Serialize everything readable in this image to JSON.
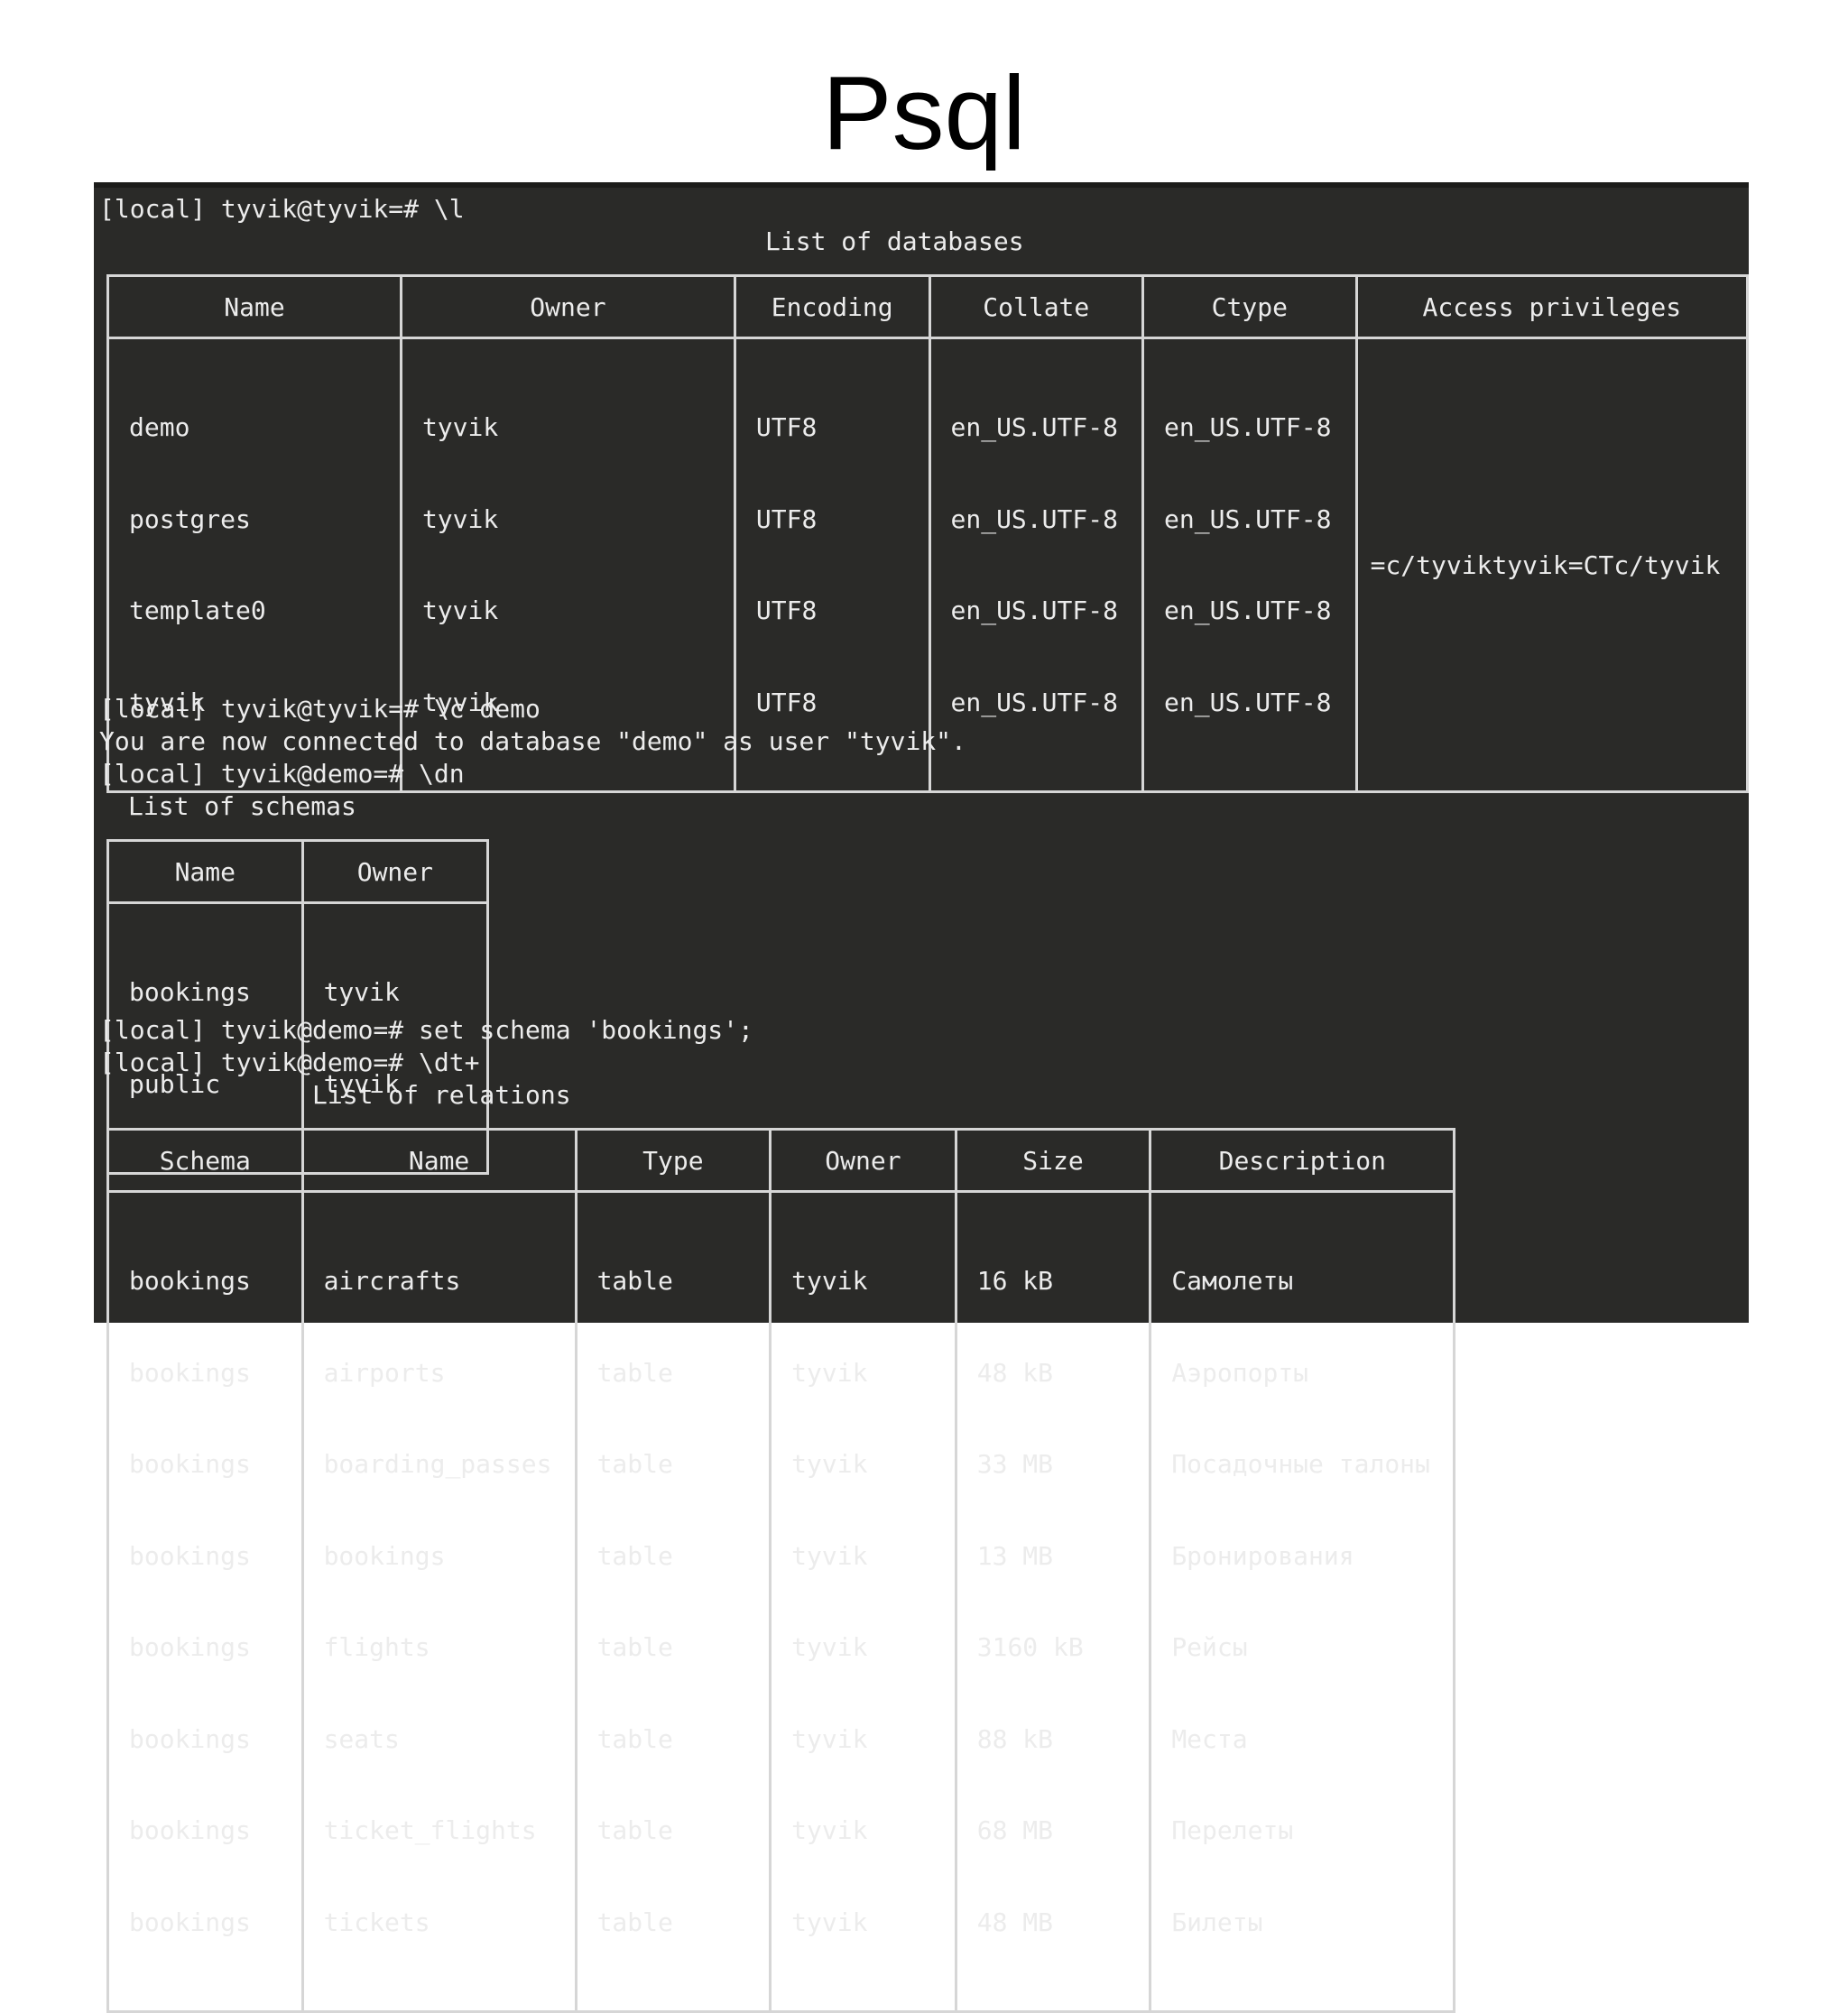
{
  "slide": {
    "title": "Psql"
  },
  "terminal": {
    "cmd_list_db": "[local] tyvik@tyvik=# \\l",
    "databases": {
      "caption": "List of databases",
      "headers": [
        "Name",
        "Owner",
        "Encoding",
        "Collate",
        "Ctype",
        "Access privileges"
      ],
      "rows": [
        [
          "demo",
          "tyvik",
          "UTF8",
          "en_US.UTF-8",
          "en_US.UTF-8"
        ],
        [
          "postgres",
          "tyvik",
          "UTF8",
          "en_US.UTF-8",
          "en_US.UTF-8"
        ],
        [
          "template0",
          "tyvik",
          "UTF8",
          "en_US.UTF-8",
          "en_US.UTF-8"
        ],
        [
          "tyvik",
          "tyvik",
          "UTF8",
          "en_US.UTF-8",
          "en_US.UTF-8"
        ]
      ],
      "access_privileges": "=c/tyviktyvik=CTc/tyvik"
    },
    "cmd_connect": "[local] tyvik@tyvik=# \\c demo",
    "connect_message": "You are now connected to database \"demo\" as user \"tyvik\".",
    "cmd_list_schemas": "[local] tyvik@demo=# \\dn",
    "schemas": {
      "caption": "List of schemas",
      "headers": [
        "Name",
        "Owner"
      ],
      "rows": [
        [
          "bookings",
          "tyvik"
        ],
        [
          "public",
          "tyvik"
        ]
      ]
    },
    "cmd_set_schema": "[local] tyvik@demo=# set schema 'bookings';",
    "cmd_list_relations": "[local] tyvik@demo=# \\dt+",
    "relations": {
      "caption": "List of relations",
      "headers": [
        "Schema",
        "Name",
        "Type",
        "Owner",
        "Size",
        "Description"
      ],
      "rows": [
        [
          "bookings",
          "aircrafts",
          "table",
          "tyvik",
          "16 kB",
          "Самолеты"
        ],
        [
          "bookings",
          "airports",
          "table",
          "tyvik",
          "48 kB",
          "Аэропорты"
        ],
        [
          "bookings",
          "boarding_passes",
          "table",
          "tyvik",
          "33 MB",
          "Посадочные талоны"
        ],
        [
          "bookings",
          "bookings",
          "table",
          "tyvik",
          "13 MB",
          "Бронирования"
        ],
        [
          "bookings",
          "flights",
          "table",
          "tyvik",
          "3160 kB",
          "Рейсы"
        ],
        [
          "bookings",
          "seats",
          "table",
          "tyvik",
          "88 kB",
          "Места"
        ],
        [
          "bookings",
          "ticket_flights",
          "table",
          "tyvik",
          "68 MB",
          "Перелеты"
        ],
        [
          "bookings",
          "tickets",
          "table",
          "tyvik",
          "48 MB",
          "Билеты"
        ]
      ]
    }
  }
}
